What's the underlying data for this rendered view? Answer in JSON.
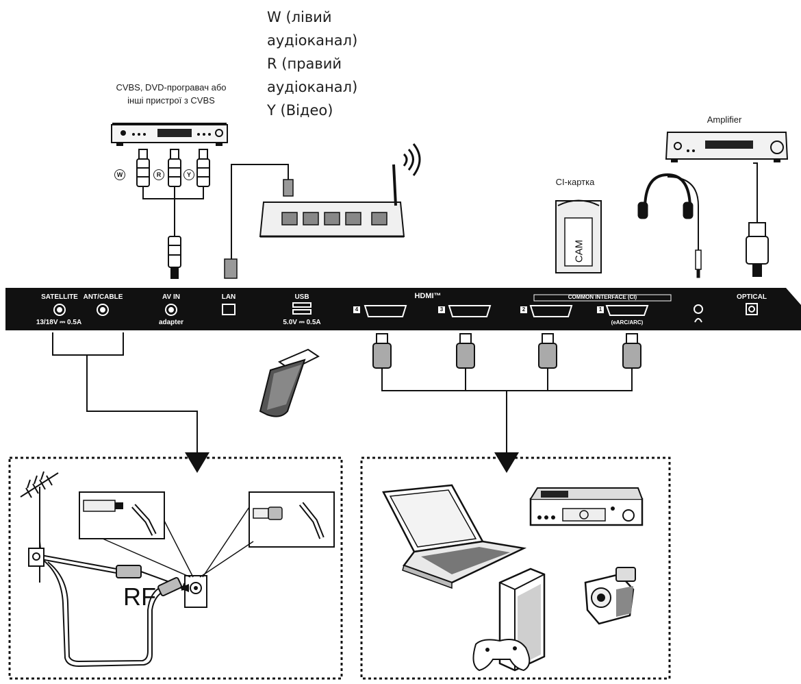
{
  "audio_legend": {
    "w_line1": "W (лівий",
    "w_line2": "аудіоканал)",
    "r_line1": "R (правий",
    "r_line2": "аудіоканал)",
    "y_line": "Y (Відео)"
  },
  "devices": {
    "cvbs_line1": "CVBS, DVD-програвач або",
    "cvbs_line2": "інші пристрої з CVBS",
    "amplifier": "Amplifier",
    "ci_card": "CI-картка",
    "cam": "CAM",
    "rf": "RF"
  },
  "rca_letters": [
    "W",
    "R",
    "Y"
  ],
  "panel": {
    "satellite": "SATELLITE",
    "satellite_rating": "13/18V ⎓ 0.5A",
    "ant_cable": "ANT/CABLE",
    "av_in": "AV IN",
    "av_in_sub": "adapter",
    "lan": "LAN",
    "usb": "USB",
    "usb_rating": "5.0V ⎓ 0.5A",
    "hdmi_logo": "HDMI™",
    "hdmi_4": "4",
    "hdmi_3": "3",
    "hdmi_2": "2",
    "hdmi_1": "1",
    "earc": "(eARC/ARC)",
    "common_interface": "COMMON INTERFACE (CI)",
    "optical": "OPTICAL"
  },
  "colors": {
    "panel": "#111111",
    "line": "#111111",
    "light_gray": "#d9d9d9",
    "mid_gray": "#9a9a9a"
  }
}
